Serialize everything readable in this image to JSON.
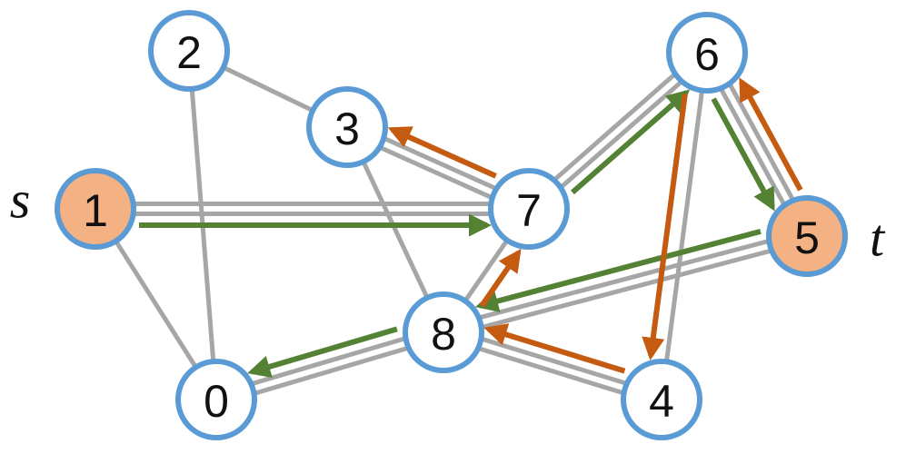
{
  "graph": {
    "colors": {
      "edge": "#a6a6a6",
      "node_fill": "#ffffff",
      "node_stroke": "#5b9bd5",
      "highlight_fill": "#f4b183",
      "path_green": "#548235",
      "path_orange": "#c55a11"
    },
    "source_label": "s",
    "sink_label": "t",
    "nodes": [
      {
        "id": "0",
        "label": "0"
      },
      {
        "id": "1",
        "label": "1",
        "highlight": true
      },
      {
        "id": "2",
        "label": "2"
      },
      {
        "id": "3",
        "label": "3"
      },
      {
        "id": "4",
        "label": "4"
      },
      {
        "id": "5",
        "label": "5",
        "highlight": true
      },
      {
        "id": "6",
        "label": "6"
      },
      {
        "id": "7",
        "label": "7"
      },
      {
        "id": "8",
        "label": "8"
      }
    ],
    "edges": [
      {
        "from": "2",
        "to": "3"
      },
      {
        "from": "2",
        "to": "0"
      },
      {
        "from": "1",
        "to": "0"
      },
      {
        "from": "3",
        "to": "8"
      },
      {
        "from": "1",
        "to": "7",
        "double": true
      },
      {
        "from": "3",
        "to": "7",
        "double": true
      },
      {
        "from": "7",
        "to": "6",
        "double": true
      },
      {
        "from": "7",
        "to": "8"
      },
      {
        "from": "6",
        "to": "4"
      },
      {
        "from": "6",
        "to": "5",
        "double": true
      },
      {
        "from": "5",
        "to": "8",
        "double": true
      },
      {
        "from": "8",
        "to": "0",
        "double": true
      },
      {
        "from": "8",
        "to": "4",
        "double": true
      }
    ],
    "flows": [
      {
        "from": "1",
        "to": "7",
        "color": "green"
      },
      {
        "from": "7",
        "to": "6",
        "color": "green"
      },
      {
        "from": "6",
        "to": "5",
        "color": "green"
      },
      {
        "from": "5",
        "to": "8",
        "color": "green"
      },
      {
        "from": "8",
        "to": "0",
        "color": "green"
      },
      {
        "from": "5",
        "to": "6",
        "color": "orange"
      },
      {
        "from": "6",
        "to": "4",
        "color": "orange"
      },
      {
        "from": "4",
        "to": "8",
        "color": "orange"
      },
      {
        "from": "8",
        "to": "7",
        "color": "orange"
      },
      {
        "from": "7",
        "to": "3",
        "color": "orange"
      }
    ]
  }
}
